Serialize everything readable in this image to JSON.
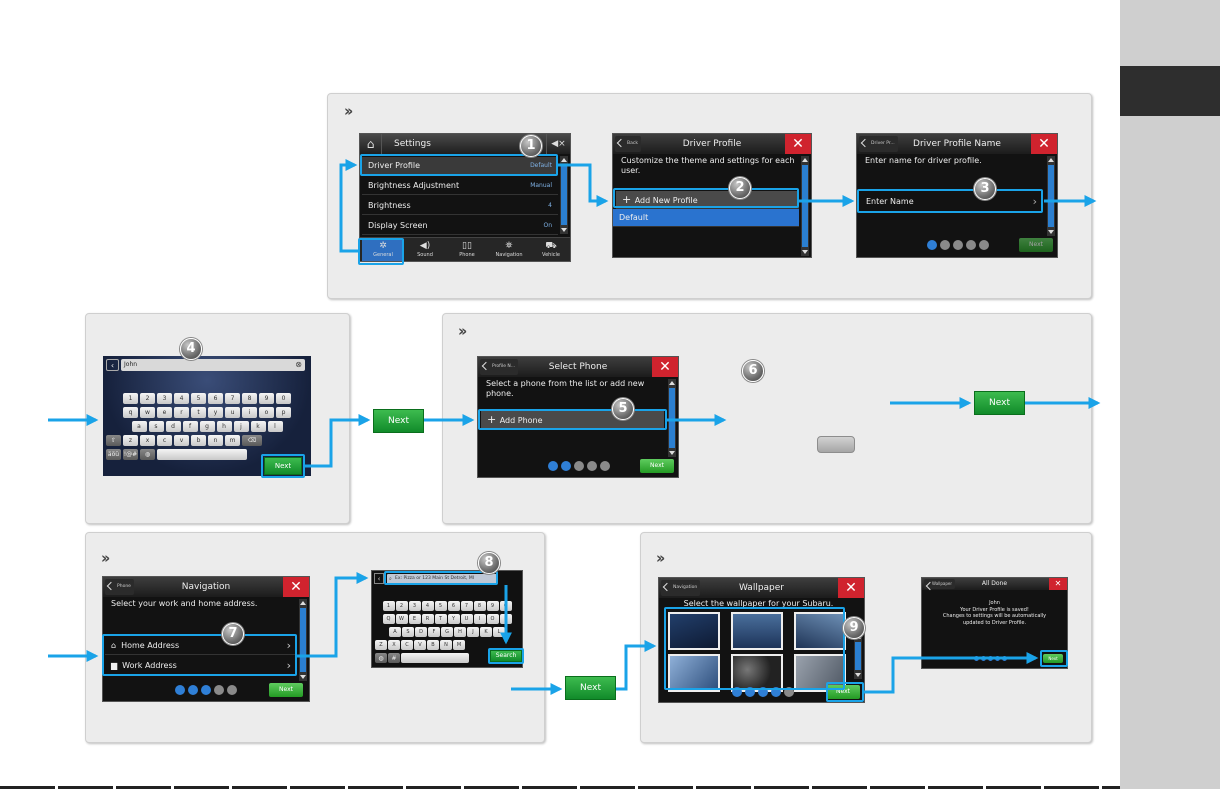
{
  "s1": {
    "title": "Settings",
    "items": [
      {
        "label": "Driver Profile",
        "value": "Default"
      },
      {
        "label": "Brightness Adjustment",
        "value": "Manual"
      },
      {
        "label": "Brightness",
        "value": "4"
      },
      {
        "label": "Display Screen",
        "value": "On"
      }
    ],
    "tabs": [
      {
        "label": "General",
        "icon": "gear-icon"
      },
      {
        "label": "Sound",
        "icon": "speaker-icon"
      },
      {
        "label": "Phone",
        "icon": "phone-icon"
      },
      {
        "label": "Navigation",
        "icon": "navigation-icon"
      },
      {
        "label": "Vehicle",
        "icon": "vehicle-icon"
      }
    ]
  },
  "s2": {
    "back": "Back",
    "title": "Driver Profile",
    "message": "Customize the theme and settings for each user.",
    "add": "Add New Profile",
    "default": "Default"
  },
  "s3": {
    "back": "Driver Pr...",
    "title": "Driver Profile Name",
    "message": "Enter name for driver profile.",
    "field": "Enter Name",
    "next": "Next"
  },
  "kb": {
    "text": "John",
    "rows": [
      [
        "1",
        "2",
        "3",
        "4",
        "5",
        "6",
        "7",
        "8",
        "9",
        "0"
      ],
      [
        "q",
        "w",
        "e",
        "r",
        "t",
        "y",
        "u",
        "i",
        "o",
        "p"
      ],
      [
        "a",
        "s",
        "d",
        "f",
        "g",
        "h",
        "j",
        "k",
        "l"
      ],
      [
        "z",
        "x",
        "c",
        "v",
        "b",
        "n",
        "m"
      ]
    ],
    "mode1": "äöü",
    "mode2": "!@#",
    "next": "Next"
  },
  "nextBtn": "Next",
  "s4": {
    "back": "Profile N...",
    "title": "Select Phone",
    "message": "Select a phone from the list or add new phone.",
    "add": "Add Phone",
    "next": "Next"
  },
  "s5": {
    "back": "Phone",
    "title": "Navigation",
    "message": "Select your work and home address.",
    "home": "Home Address",
    "work": "Work Address",
    "next": "Next"
  },
  "s6": {
    "search_placeholder": "Ex: Pizza or 123 Main St Detroit, MI",
    "rows": [
      [
        "1",
        "2",
        "3",
        "4",
        "5",
        "6",
        "7",
        "8",
        "9",
        "0"
      ],
      [
        "Q",
        "W",
        "E",
        "R",
        "T",
        "Y",
        "U",
        "I",
        "O",
        "P"
      ],
      [
        "A",
        "S",
        "D",
        "F",
        "G",
        "H",
        "J",
        "K",
        "L"
      ],
      [
        "Z",
        "X",
        "C",
        "V",
        "B",
        "N",
        "M"
      ]
    ],
    "search": "Search"
  },
  "s7": {
    "back": "Navigation",
    "title": "Wallpaper",
    "message": "Select the wallpaper for your Subaru.",
    "next": "Next"
  },
  "s8": {
    "back": "Wallpaper",
    "title": "All Done",
    "l1": "John",
    "l2": "Your Driver Profile is saved!",
    "l3": "Changes to settings will be automatically",
    "l4": "updated to Driver Profile.",
    "next": "Next"
  },
  "badges": [
    "1",
    "2",
    "3",
    "4",
    "5",
    "6",
    "7",
    "8",
    "9"
  ],
  "colors": {
    "accent": "#1aa3e8",
    "next": "#2ea043",
    "close": "#d0232e"
  }
}
